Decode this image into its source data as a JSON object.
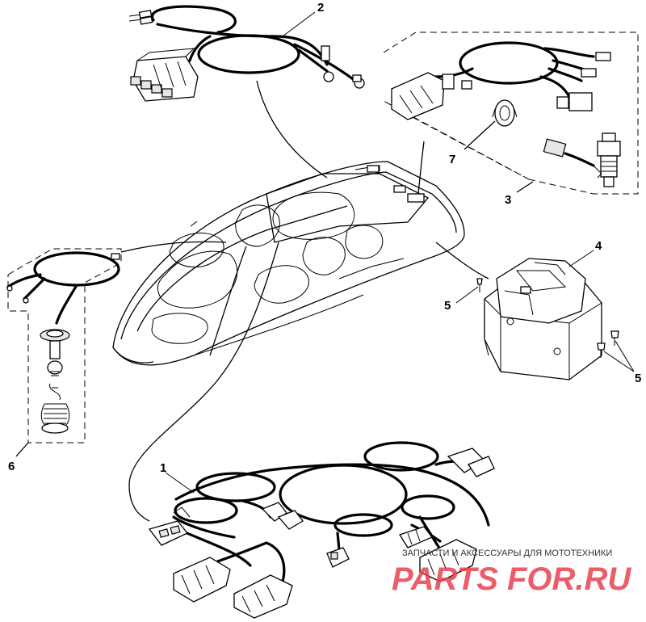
{
  "callouts": {
    "c1": "1",
    "c2": "2",
    "c3": "3",
    "c4": "4",
    "c5a": "5",
    "c5b": "5",
    "c6": "6",
    "c7": "7"
  },
  "watermark": {
    "tagline": "ЗАПЧАСТИ И АКСЕССУАРЫ ДЛЯ МОТОТЕХНИКИ",
    "logo": "PARTS FOR.RU"
  }
}
